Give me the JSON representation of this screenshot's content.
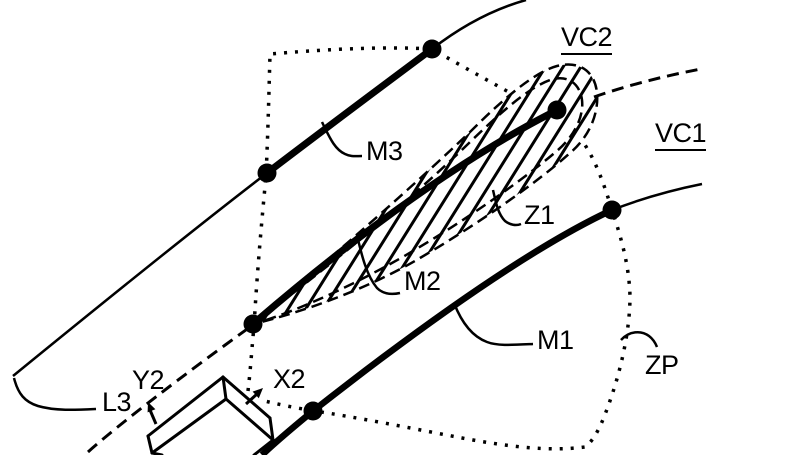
{
  "labels": {
    "vc2": "VC2",
    "vc1": "VC1",
    "z1": "Z1",
    "zp": "ZP",
    "m1": "M1",
    "m2": "M2",
    "m3": "M3",
    "l3": "L3",
    "x2": "X2",
    "y2": "Y2"
  },
  "colors": {
    "ink": "#000000",
    "paper": "#ffffff"
  }
}
